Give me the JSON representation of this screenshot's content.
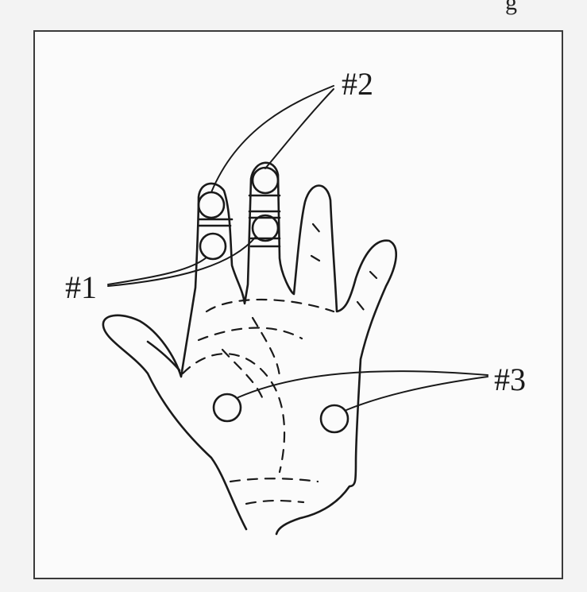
{
  "header_fragment": "g",
  "labels": {
    "one": "#1",
    "two": "#2",
    "three": "#3"
  },
  "colors": {
    "ink": "#1a1a1a",
    "paper": "#fbfbfb",
    "background": "#f3f3f3"
  }
}
